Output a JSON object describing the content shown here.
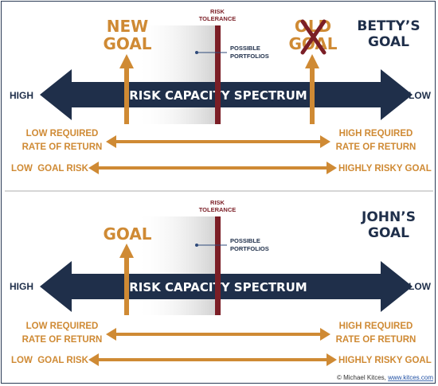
{
  "colors": {
    "navy": "#1f2f4a",
    "orange": "#cf8a34",
    "maroon": "#7b1e26",
    "navy_text": "#1f2f4a",
    "divider": "#c9c9c9"
  },
  "panels": [
    {
      "owner_title_line1": "BETTY’S",
      "owner_title_line2": "GOAL",
      "new_goal_line1": "NEW",
      "new_goal_line2": "GOAL",
      "old_goal_line1": "OLD",
      "old_goal_line2": "GOAL",
      "risk_tolerance_line1": "RISK",
      "risk_tolerance_line2": "TOLERANCE",
      "possible_portfolios_line1": "POSSIBLE",
      "possible_portfolios_line2": "PORTFOLIOS",
      "spectrum_label": "RISK CAPACITY SPECTRUM",
      "high_label": "HIGH",
      "low_label": "LOW",
      "low_required_line1": "LOW REQUIRED",
      "low_required_line2": "RATE OF RETURN",
      "high_required_line1": "HIGH REQUIRED",
      "high_required_line2": "RATE OF RETURN",
      "low_goal_risk": "LOW  GOAL RISK",
      "highly_risky_goal": "HIGHLY RISKY GOAL"
    },
    {
      "owner_title_line1": "JOHN’S",
      "owner_title_line2": "GOAL",
      "goal_label": "GOAL",
      "risk_tolerance_line1": "RISK",
      "risk_tolerance_line2": "TOLERANCE",
      "possible_portfolios_line1": "POSSIBLE",
      "possible_portfolios_line2": "PORTFOLIOS",
      "spectrum_label": "RISK CAPACITY SPECTRUM",
      "high_label": "HIGH",
      "low_label": "LOW",
      "low_required_line1": "LOW REQUIRED",
      "low_required_line2": "RATE OF RETURN",
      "high_required_line1": "HIGH REQUIRED",
      "high_required_line2": "RATE OF RETURN",
      "low_goal_risk": "LOW  GOAL RISK",
      "highly_risky_goal": "HIGHLY RISKY GOAL"
    }
  ],
  "credit": {
    "author": "© Michael Kitces, ",
    "link": "www.kitces.com"
  }
}
